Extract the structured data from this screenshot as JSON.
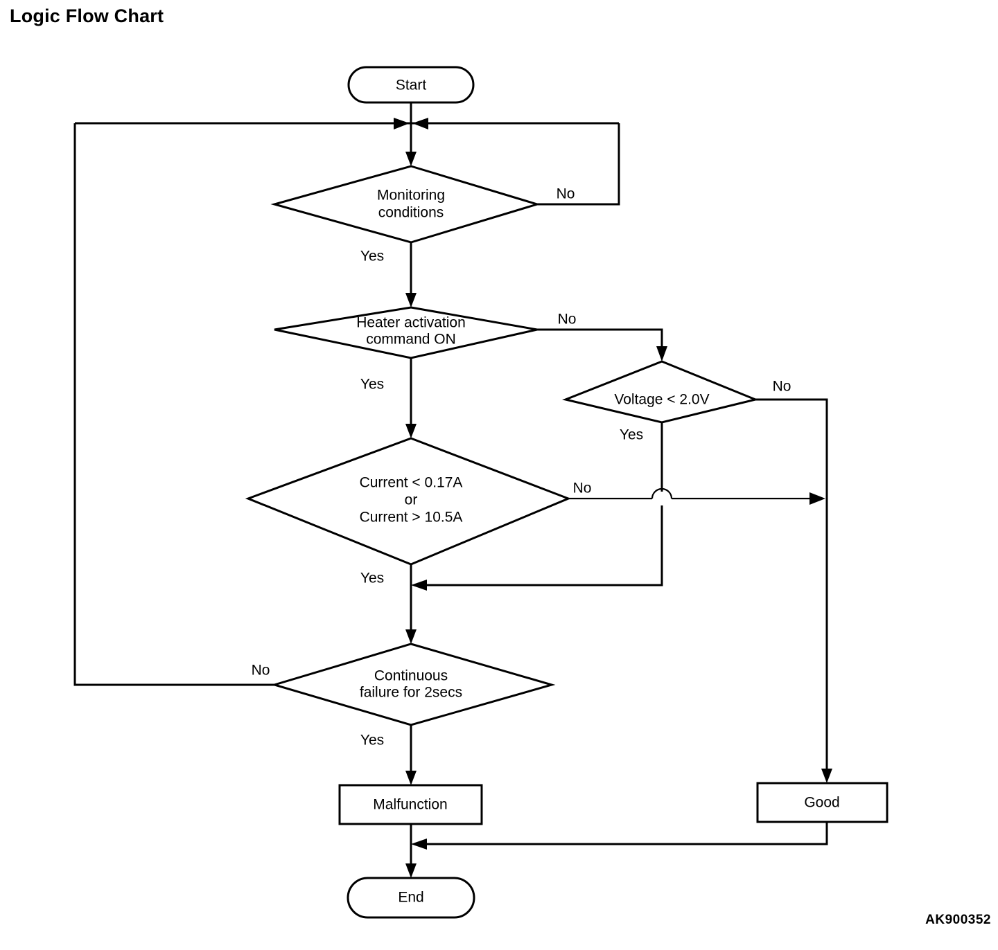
{
  "page": {
    "title": "Logic Flow Chart",
    "figure_code": "AK900352",
    "background_color": "#ffffff",
    "line_color": "#000000"
  },
  "chart_data": {
    "type": "diagram",
    "diagram_kind": "flowchart",
    "title": "Logic Flow Chart",
    "nodes": [
      {
        "id": "start",
        "shape": "stadium",
        "label": "Start"
      },
      {
        "id": "monitoring",
        "shape": "decision",
        "label": "Monitoring conditions",
        "lines": [
          "Monitoring",
          "conditions"
        ]
      },
      {
        "id": "heater",
        "shape": "decision",
        "label": "Heater activation command ON",
        "lines": [
          "Heater activation",
          "command ON"
        ]
      },
      {
        "id": "voltage",
        "shape": "decision",
        "label": "Voltage < 2.0V",
        "lines": [
          "Voltage < 2.0V"
        ]
      },
      {
        "id": "current",
        "shape": "decision",
        "label": "Current < 0.17A or Current > 10.5A",
        "lines": [
          "Current < 0.17A",
          "or",
          "Current > 10.5A"
        ]
      },
      {
        "id": "continuous",
        "shape": "decision",
        "label": "Continuous failure for 2secs",
        "lines": [
          "Continuous",
          "failure for 2secs"
        ]
      },
      {
        "id": "malfunction",
        "shape": "process",
        "label": "Malfunction"
      },
      {
        "id": "good",
        "shape": "process",
        "label": "Good"
      },
      {
        "id": "end",
        "shape": "stadium",
        "label": "End"
      }
    ],
    "edges": [
      {
        "from": "start",
        "to": "monitoring",
        "label": ""
      },
      {
        "from": "monitoring",
        "to": "monitoring",
        "label": "No",
        "note": "loops back to junction above monitoring"
      },
      {
        "from": "monitoring",
        "to": "heater",
        "label": "Yes"
      },
      {
        "from": "heater",
        "to": "voltage",
        "label": "No"
      },
      {
        "from": "heater",
        "to": "current",
        "label": "Yes"
      },
      {
        "from": "voltage",
        "to": "continuous",
        "label": "Yes",
        "note": "merges into the Yes path below the Current decision"
      },
      {
        "from": "voltage",
        "to": "good",
        "label": "No"
      },
      {
        "from": "current",
        "to": "good",
        "label": "No",
        "note": "crosses the Voltage Yes line with a line hop"
      },
      {
        "from": "current",
        "to": "continuous",
        "label": "Yes"
      },
      {
        "from": "continuous",
        "to": "monitoring",
        "label": "No",
        "note": "loops back to junction above monitoring"
      },
      {
        "from": "continuous",
        "to": "malfunction",
        "label": "Yes"
      },
      {
        "from": "malfunction",
        "to": "end",
        "label": ""
      },
      {
        "from": "good",
        "to": "end",
        "label": ""
      }
    ],
    "labels": {
      "start": "Start",
      "end": "End",
      "malfunction": "Malfunction",
      "good": "Good",
      "yes": "Yes",
      "no": "No"
    }
  },
  "nodes": {
    "start": "Start",
    "monitoring_line1": "Monitoring",
    "monitoring_line2": "conditions",
    "heater_line1": "Heater activation",
    "heater_line2": "command ON",
    "voltage": "Voltage < 2.0V",
    "current_line1": "Current < 0.17A",
    "current_line2": "or",
    "current_line3": "Current > 10.5A",
    "continuous_line1": "Continuous",
    "continuous_line2": "failure for 2secs",
    "malfunction": "Malfunction",
    "good": "Good",
    "end": "End"
  },
  "edge_labels": {
    "monitoring_no": "No",
    "monitoring_yes": "Yes",
    "heater_no": "No",
    "heater_yes": "Yes",
    "voltage_no": "No",
    "voltage_yes": "Yes",
    "current_no": "No",
    "current_yes": "Yes",
    "continuous_no": "No",
    "continuous_yes": "Yes"
  }
}
